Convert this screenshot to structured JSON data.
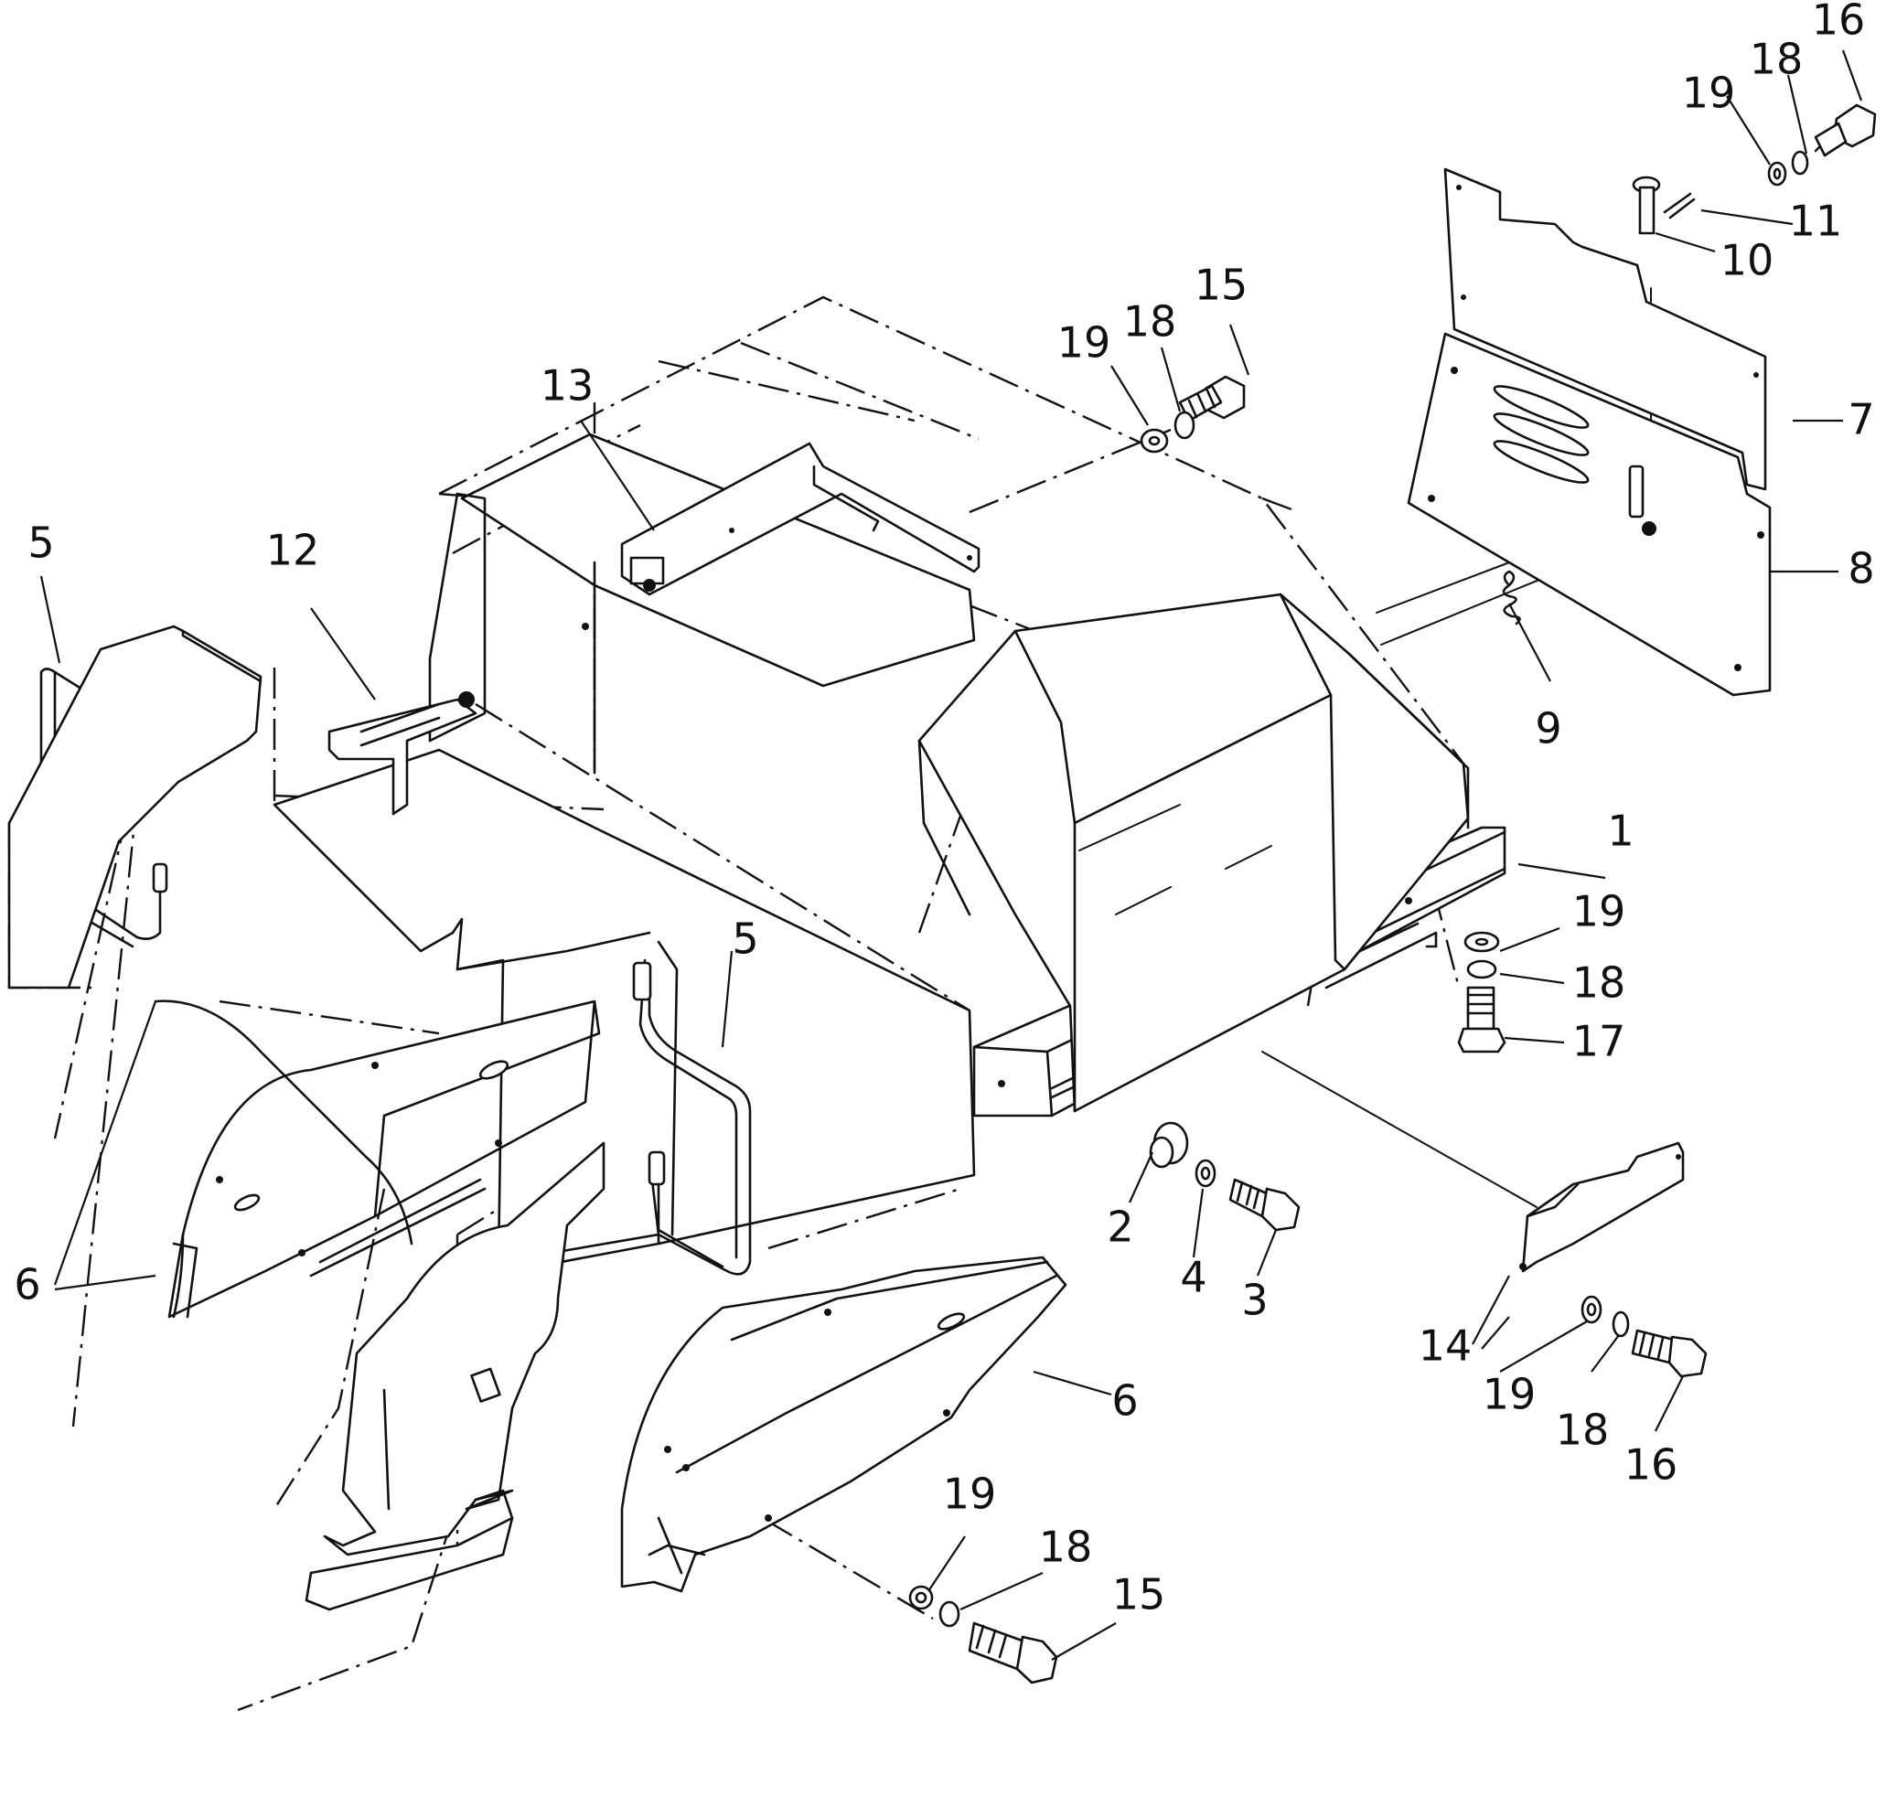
{
  "diagram": {
    "type": "exploded-parts-view",
    "labels": [
      {
        "id": "l1",
        "text": "1"
      },
      {
        "id": "l2",
        "text": "2"
      },
      {
        "id": "l3",
        "text": "3"
      },
      {
        "id": "l4",
        "text": "4"
      },
      {
        "id": "l5a",
        "text": "5"
      },
      {
        "id": "l5b",
        "text": "5"
      },
      {
        "id": "l6a",
        "text": "6"
      },
      {
        "id": "l6b",
        "text": "6"
      },
      {
        "id": "l7",
        "text": "7"
      },
      {
        "id": "l8",
        "text": "8"
      },
      {
        "id": "l9",
        "text": "9"
      },
      {
        "id": "l10",
        "text": "10"
      },
      {
        "id": "l11",
        "text": "11"
      },
      {
        "id": "l12",
        "text": "12"
      },
      {
        "id": "l13",
        "text": "13"
      },
      {
        "id": "l14",
        "text": "14"
      },
      {
        "id": "l15a",
        "text": "15"
      },
      {
        "id": "l15b",
        "text": "15"
      },
      {
        "id": "l16a",
        "text": "16"
      },
      {
        "id": "l16b",
        "text": "16"
      },
      {
        "id": "l17",
        "text": "17"
      },
      {
        "id": "l18a",
        "text": "18"
      },
      {
        "id": "l18b",
        "text": "18"
      },
      {
        "id": "l18c",
        "text": "18"
      },
      {
        "id": "l18d",
        "text": "18"
      },
      {
        "id": "l18e",
        "text": "18"
      },
      {
        "id": "l19a",
        "text": "19"
      },
      {
        "id": "l19b",
        "text": "19"
      },
      {
        "id": "l19c",
        "text": "19"
      },
      {
        "id": "l19d",
        "text": "19"
      },
      {
        "id": "l19e",
        "text": "19"
      }
    ]
  }
}
